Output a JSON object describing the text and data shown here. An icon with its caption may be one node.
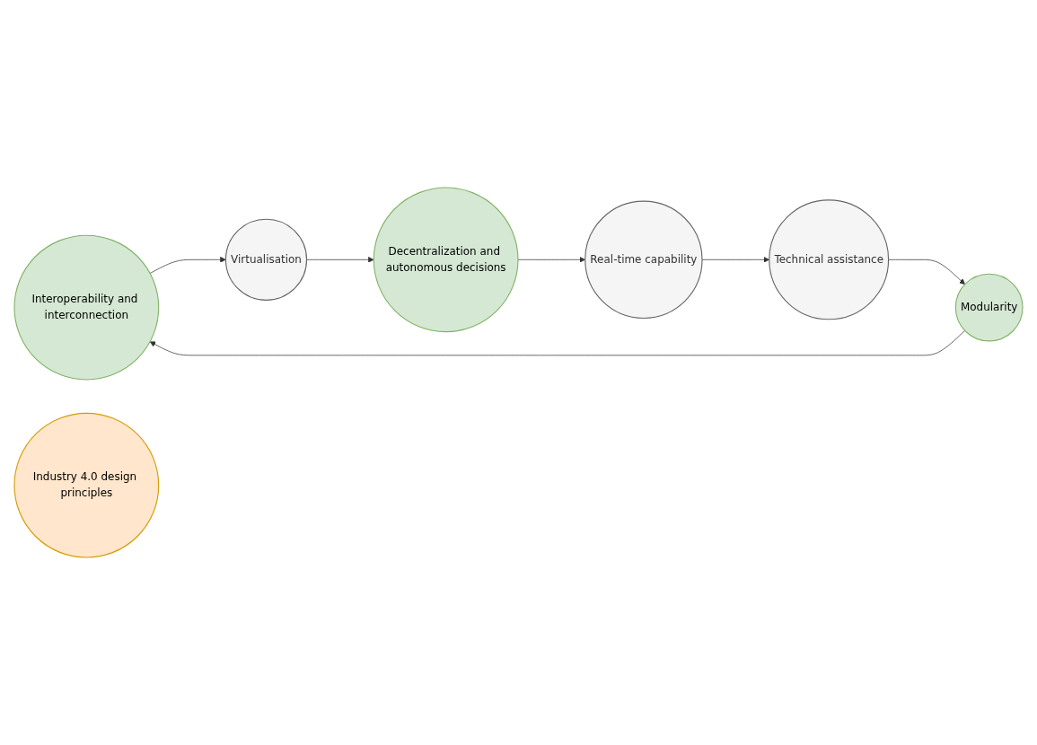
{
  "diagram": {
    "nodes": [
      {
        "text": [
          "Interoperability and interconnection"
        ]
      },
      {
        "text": [
          "Modularity"
        ]
      },
      {
        "text": [
          "Virtualisation"
        ]
      },
      {
        "text": [
          "Industry 4.0 design principles"
        ]
      },
      {
        "text": [
          "Decentralization and autonomous decisions"
        ]
      },
      {
        "text": [
          "Technical assistance"
        ]
      },
      {
        "text": [
          "Real-time capability"
        ]
      }
    ],
    "edges": [
      {
        "from": 1,
        "to": 0,
        "arrow": "to"
      },
      {
        "from": 0,
        "to": 2,
        "arrow": "to"
      },
      {
        "from": 2,
        "to": 4,
        "arrow": "to"
      },
      {
        "from": 4,
        "to": 6,
        "arrow": "to"
      },
      {
        "from": 6,
        "to": 5,
        "arrow": "to"
      },
      {
        "from": 5,
        "to": 1,
        "arrow": "to"
      }
    ]
  }
}
